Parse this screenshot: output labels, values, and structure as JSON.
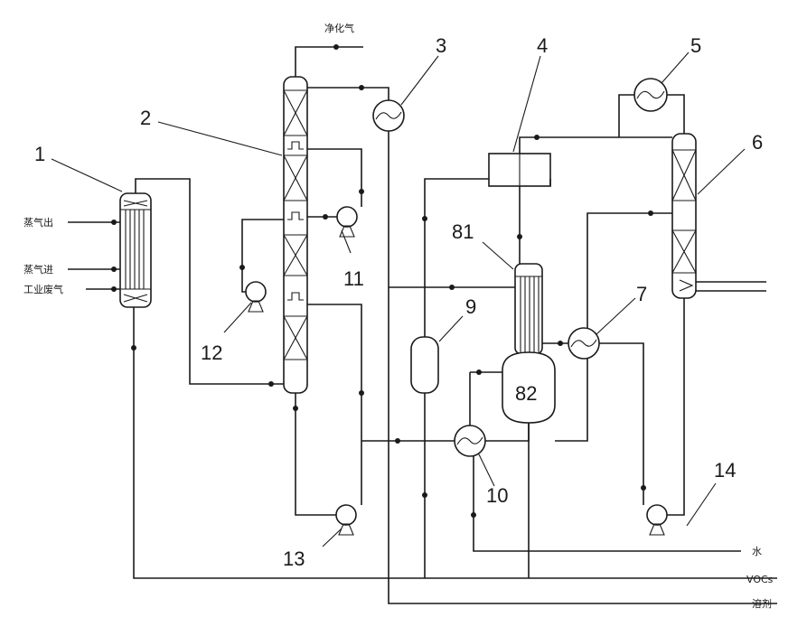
{
  "labels": {
    "n1": "1",
    "n2": "2",
    "n3": "3",
    "n4": "4",
    "n5": "5",
    "n6": "6",
    "n7": "7",
    "n81": "81",
    "n82": "82",
    "n9": "9",
    "n10": "10",
    "n11": "11",
    "n12": "12",
    "n13": "13",
    "n14": "14"
  },
  "streams": {
    "purified_gas": "净化气",
    "steam_out": "蒸气出",
    "steam_in": "蒸气进",
    "industrial_waste_gas": "工业废气",
    "water": "水",
    "vocs": "VOCs",
    "solvent": "溶剂"
  }
}
